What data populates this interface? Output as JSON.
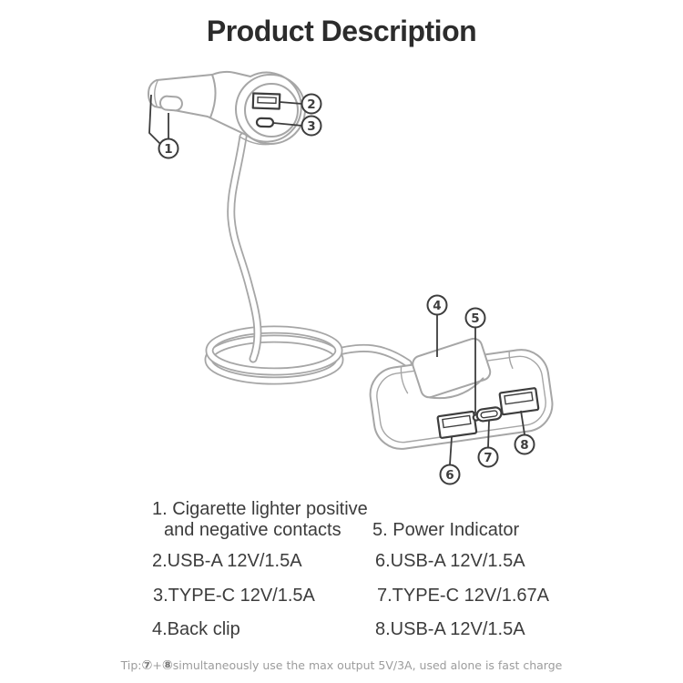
{
  "page": {
    "title": "Product Description"
  },
  "callouts": {
    "1": "1",
    "2": "2",
    "3": "3",
    "4": "4",
    "5": "5",
    "6": "6",
    "7": "7",
    "8": "8"
  },
  "legend": {
    "items_left": [
      {
        "label": "1. Cigarette lighter positive",
        "label2": "and negative contacts"
      },
      {
        "label": "2.USB-A 12V/1.5A"
      },
      {
        "label": "3.TYPE-C 12V/1.5A"
      },
      {
        "label": "4.Back clip"
      }
    ],
    "items_right": [
      {
        "label": "5. Power Indicator"
      },
      {
        "label": "6.USB-A 12V/1.5A"
      },
      {
        "label": "7.TYPE-C 12V/1.67A"
      },
      {
        "label": "8.USB-A 12V/1.5A"
      }
    ]
  },
  "tip": {
    "prefix": "Tip:",
    "port7": "⑦",
    "plus": "+",
    "port8": "⑧",
    "text": "simultaneously use the max output 5V/3A, used alone is fast charge"
  },
  "colors": {
    "line": "#a6a6a6",
    "dark": "#3d3d3d",
    "text": "#3c3c3c",
    "tip": "#9c9c9c",
    "title": "#2c2c2c"
  }
}
